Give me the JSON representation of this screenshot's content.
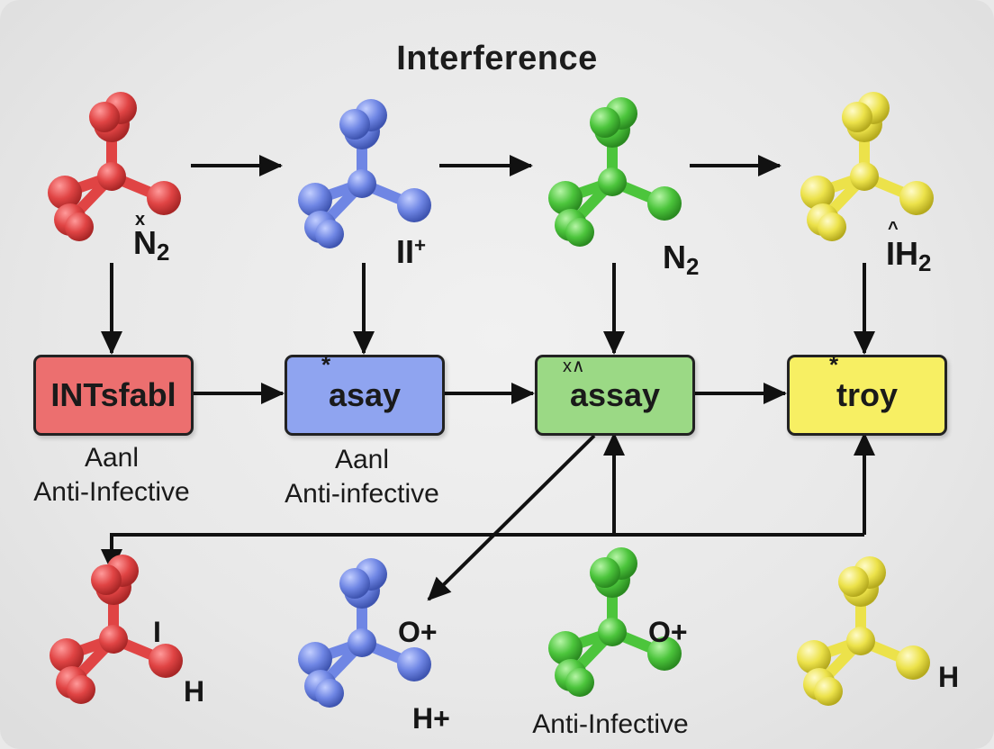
{
  "title": "Interference",
  "colors": {
    "red": "#e04444",
    "blue": "#6f86e4",
    "green": "#4cc53c",
    "yellow": "#ece24a",
    "box_red": "#ec6f6f",
    "box_blue": "#8fa4f0",
    "box_green": "#9bd985",
    "box_yellow": "#f7ef63"
  },
  "top_labels": {
    "red": {
      "mark": "x",
      "base": "N",
      "sub": "2"
    },
    "blue": {
      "base": "II",
      "sup": "+"
    },
    "green": {
      "base": "N",
      "sub": "2"
    },
    "yellow": {
      "mark": "^",
      "base": "IH",
      "sub": "2"
    }
  },
  "boxes": [
    {
      "label": "INTsfabl",
      "mark": ""
    },
    {
      "label": "asay",
      "mark": "*"
    },
    {
      "label": "assay",
      "mark": "x∧"
    },
    {
      "label": "troy",
      "mark": "*"
    }
  ],
  "captions": {
    "red": {
      "line1": "Aanl",
      "line2": "Anti-Infective"
    },
    "blue": {
      "line1": "Aanl",
      "line2": "Anti-infective"
    }
  },
  "bottom_labels": {
    "red_top": "I",
    "red_bottom": "H",
    "blue_top": "O+",
    "blue_bottom": "H+",
    "green_top": "O+",
    "green_bottom": "Anti-Infective",
    "yellow_right": "H"
  }
}
